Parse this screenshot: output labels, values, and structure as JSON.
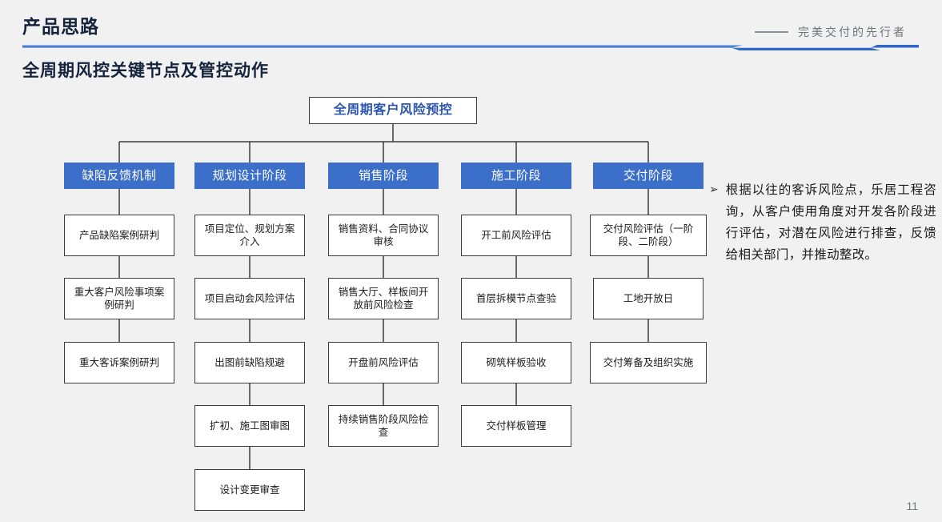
{
  "header": {
    "kicker": "产品思路",
    "tagline": "完美交付的先行者",
    "page_title": "全周期风控关键节点及管控动作"
  },
  "colors": {
    "background": "#f1f1f1",
    "accent_blue": "#3b6fc9",
    "title_navy": "#15243c",
    "root_text_blue": "#2c56b0",
    "border_dark": "#3c3c3c",
    "tagline_gray": "#6e737c"
  },
  "diagram": {
    "root": {
      "label": "全周期客户风险预控"
    },
    "columns": [
      {
        "stage": "缺陷反馈机制",
        "tasks": [
          "产品缺陷案例研判",
          "重大客户风险事项案例研判",
          "重大客诉案例研判"
        ]
      },
      {
        "stage": "规划设计阶段",
        "tasks": [
          "项目定位、规划方案介入",
          "项目启动会风险评估",
          "出图前缺陷规避",
          "扩初、施工图审图",
          "设计变更审查"
        ]
      },
      {
        "stage": "销售阶段",
        "tasks": [
          "销售资料、合同协议审核",
          "销售大厅、样板间开放前风险检查",
          "开盘前风险评估",
          "持续销售阶段风险检查"
        ]
      },
      {
        "stage": "施工阶段",
        "tasks": [
          "开工前风险评估",
          "首层拆模节点查验",
          "砌筑样板验收",
          "交付样板管理"
        ]
      },
      {
        "stage": "交付阶段",
        "tasks": [
          "交付风险评估（一阶段、二阶段）",
          "工地开放日",
          "交付筹备及组织实施"
        ]
      }
    ]
  },
  "note": {
    "bullet": "➢",
    "text": "根据以往的客诉风险点，乐居工程咨询，从客户使用角度对开发各阶段进行评估，对潜在风险进行排查，反馈给相关部门，并推动整改。"
  },
  "footer": {
    "page_number": "11"
  }
}
